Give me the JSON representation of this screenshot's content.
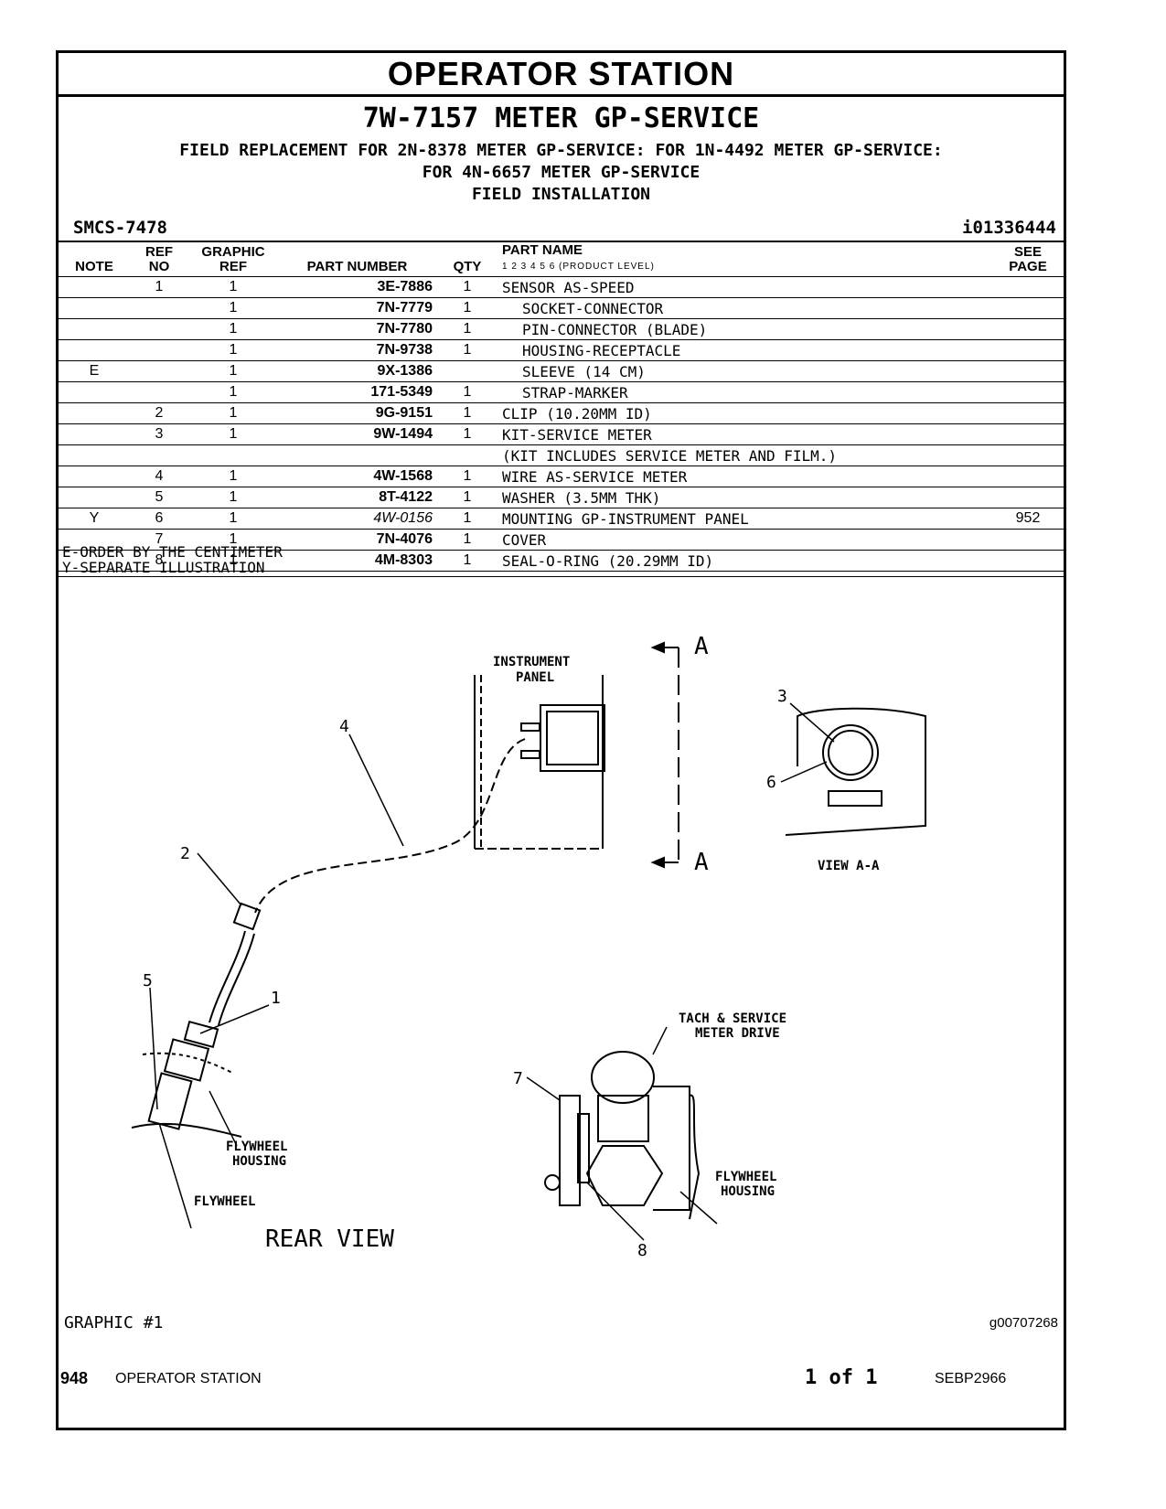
{
  "title": "OPERATOR STATION",
  "group_title": "7W-7157 METER GP-SERVICE",
  "description_lines": [
    "FIELD REPLACEMENT FOR 2N-8378 METER GP-SERVICE: FOR 1N-4492 METER GP-SERVICE:",
    "FOR 4N-6657 METER GP-SERVICE",
    "FIELD INSTALLATION"
  ],
  "smcs": "SMCS-7478",
  "ident": "i01336444",
  "columns": {
    "note": "NOTE",
    "ref_top": "REF",
    "ref_bottom": "NO",
    "graphic_top": "GRAPHIC",
    "graphic_bottom": "REF",
    "part_number": "PART NUMBER",
    "qty": "QTY",
    "part_name": "PART NAME",
    "product_level": "1   2   3   4   5   6   (PRODUCT LEVEL)",
    "see_top": "SEE",
    "see_bottom": "PAGE"
  },
  "rows": [
    {
      "note": "",
      "ref": "1",
      "graphic": "1",
      "part_number": "3E-7886",
      "qty": "1",
      "name": "SENSOR AS-SPEED",
      "see": "",
      "indent": false,
      "italic": false
    },
    {
      "note": "",
      "ref": "",
      "graphic": "1",
      "part_number": "7N-7779",
      "qty": "1",
      "name": "SOCKET-CONNECTOR",
      "see": "",
      "indent": true,
      "italic": false
    },
    {
      "note": "",
      "ref": "",
      "graphic": "1",
      "part_number": "7N-7780",
      "qty": "1",
      "name": "PIN-CONNECTOR (BLADE)",
      "see": "",
      "indent": true,
      "italic": false
    },
    {
      "note": "",
      "ref": "",
      "graphic": "1",
      "part_number": "7N-9738",
      "qty": "1",
      "name": "HOUSING-RECEPTACLE",
      "see": "",
      "indent": true,
      "italic": false
    },
    {
      "note": "E",
      "ref": "",
      "graphic": "1",
      "part_number": "9X-1386",
      "qty": "",
      "name": "SLEEVE (14 CM)",
      "see": "",
      "indent": true,
      "italic": false
    },
    {
      "note": "",
      "ref": "",
      "graphic": "1",
      "part_number": "171-5349",
      "qty": "1",
      "name": "STRAP-MARKER",
      "see": "",
      "indent": true,
      "italic": false
    },
    {
      "note": "",
      "ref": "2",
      "graphic": "1",
      "part_number": "9G-9151",
      "qty": "1",
      "name": "CLIP (10.20MM ID)",
      "see": "",
      "indent": false,
      "italic": false
    },
    {
      "note": "",
      "ref": "3",
      "graphic": "1",
      "part_number": "9W-1494",
      "qty": "1",
      "name": "KIT-SERVICE METER",
      "see": "",
      "indent": false,
      "italic": false
    },
    {
      "note": "",
      "ref": "",
      "graphic": "",
      "part_number": "",
      "qty": "",
      "name": "(KIT INCLUDES SERVICE METER AND FILM.)",
      "see": "",
      "indent": false,
      "italic": false
    },
    {
      "note": "",
      "ref": "4",
      "graphic": "1",
      "part_number": "4W-1568",
      "qty": "1",
      "name": "WIRE AS-SERVICE METER",
      "see": "",
      "indent": false,
      "italic": false
    },
    {
      "note": "",
      "ref": "5",
      "graphic": "1",
      "part_number": "8T-4122",
      "qty": "1",
      "name": "WASHER (3.5MM THK)",
      "see": "",
      "indent": false,
      "italic": false
    },
    {
      "note": "Y",
      "ref": "6",
      "graphic": "1",
      "part_number": "4W-0156",
      "qty": "1",
      "name": "MOUNTING GP-INSTRUMENT PANEL",
      "see": "952",
      "indent": false,
      "italic": true
    },
    {
      "note": "",
      "ref": "7",
      "graphic": "1",
      "part_number": "7N-4076",
      "qty": "1",
      "name": "COVER",
      "see": "",
      "indent": false,
      "italic": false
    },
    {
      "note": "",
      "ref": "8",
      "graphic": "1",
      "part_number": "4M-8303",
      "qty": "1",
      "name": "SEAL-O-RING (20.29MM ID)",
      "see": "",
      "indent": false,
      "italic": false
    }
  ],
  "notes": [
    "E-ORDER BY THE CENTIMETER",
    "Y-SEPARATE ILLUSTRATION"
  ],
  "illustration": {
    "labels": {
      "instrument_panel_1": "INSTRUMENT",
      "instrument_panel_2": "PANEL",
      "section_a_top": "A",
      "section_a_bottom": "A",
      "view_aa": "VIEW A-A",
      "tach_1": "TACH & SERVICE",
      "tach_2": "METER DRIVE",
      "flywheel_housing_left_1": "FLYWHEEL",
      "flywheel_housing_left_2": "HOUSING",
      "flywheel": "FLYWHEEL",
      "flywheel_housing_right_1": "FLYWHEEL",
      "flywheel_housing_right_2": "HOUSING",
      "rear_view": "REAR VIEW",
      "callout_1": "1",
      "callout_2": "2",
      "callout_3": "3",
      "callout_4": "4",
      "callout_5": "5",
      "callout_6": "6",
      "callout_7": "7",
      "callout_8": "8"
    }
  },
  "graphic_label": "GRAPHIC #1",
  "graphic_id": "g00707268",
  "footer": {
    "page_number": "948",
    "section": "OPERATOR STATION",
    "page_of": "1 of 1",
    "doc": "SEBP2966"
  }
}
